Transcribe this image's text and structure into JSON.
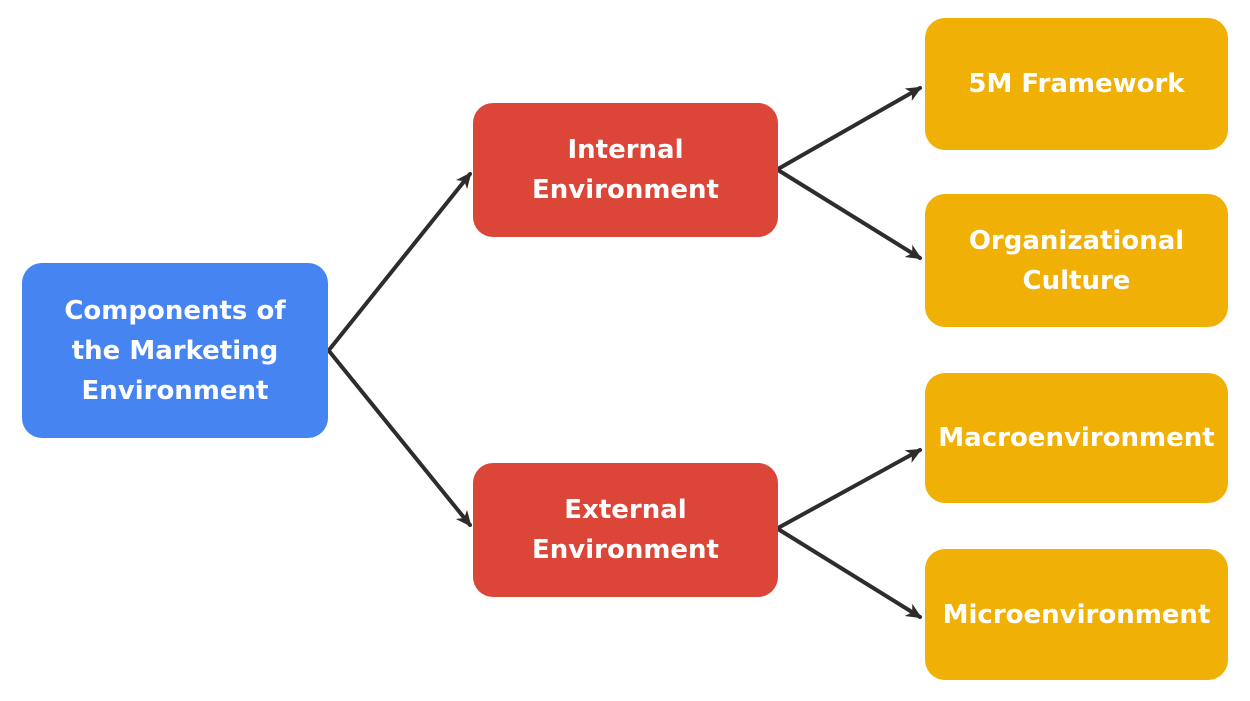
{
  "diagram": {
    "background": "#ffffff",
    "arrow_color": "#2d2d2d",
    "text_color": "#ffffff",
    "nodes": {
      "root": {
        "label": "Components of\nthe Marketing\nEnvironment",
        "color": "#4685F1"
      },
      "internal": {
        "label": "Internal\nEnvironment",
        "color": "#DB4639"
      },
      "external": {
        "label": "External\nEnvironment",
        "color": "#DB4639"
      },
      "five_m": {
        "label": "5M Framework",
        "color": "#F1B005"
      },
      "org_culture": {
        "label": "Organizational\nCulture",
        "color": "#F1B005"
      },
      "macro": {
        "label": "Macroenvironment",
        "color": "#F1B005"
      },
      "micro": {
        "label": "Microenvironment",
        "color": "#F1B005"
      }
    },
    "edges": [
      {
        "from": "root",
        "to": "internal"
      },
      {
        "from": "root",
        "to": "external"
      },
      {
        "from": "internal",
        "to": "five_m"
      },
      {
        "from": "internal",
        "to": "org_culture"
      },
      {
        "from": "external",
        "to": "macro"
      },
      {
        "from": "external",
        "to": "micro"
      }
    ]
  }
}
